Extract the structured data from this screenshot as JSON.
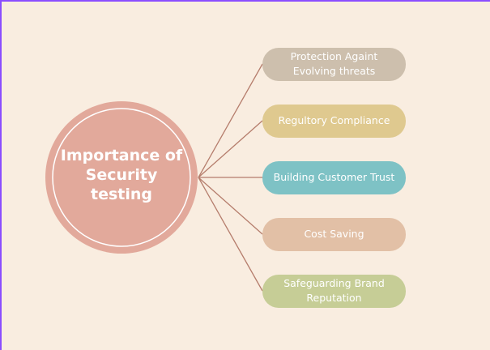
{
  "center": {
    "title": "Importance of Security testing",
    "color": "#e2a99b"
  },
  "line_color": "#b57d6c",
  "border_color": "#8b4dff",
  "branches": [
    {
      "label": "Protection Againt Evolving threats",
      "color": "#cdbfad"
    },
    {
      "label": "Regultory Compliance",
      "color": "#dfc98f"
    },
    {
      "label": "Building Customer Trust",
      "color": "#7ec2c5"
    },
    {
      "label": "Cost Saving",
      "color": "#e2c0a6"
    },
    {
      "label": "Safeguarding Brand Reputation",
      "color": "#c6cd96"
    }
  ]
}
